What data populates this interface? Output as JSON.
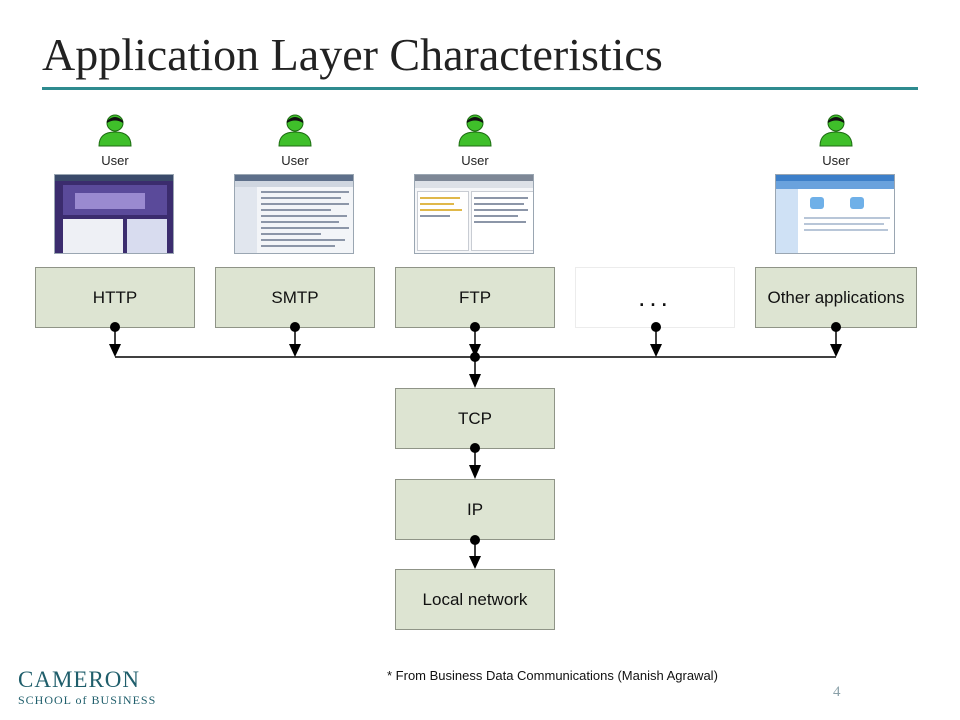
{
  "title": "Application Layer Characteristics",
  "users": [
    {
      "label": "User"
    },
    {
      "label": "User"
    },
    {
      "label": "User"
    },
    {
      "label": "User"
    }
  ],
  "applications": [
    {
      "label": "HTTP"
    },
    {
      "label": "SMTP"
    },
    {
      "label": "FTP"
    },
    {
      "label": "..."
    },
    {
      "label": "Other applications"
    }
  ],
  "stack": [
    {
      "label": "TCP"
    },
    {
      "label": "IP"
    },
    {
      "label": "Local network"
    }
  ],
  "footnote": "* From Business Data Communications (Manish Agrawal)",
  "page_number": "4",
  "logo": {
    "line1": "CAMERON",
    "line2": "SCHOOL of BUSINESS"
  },
  "colors": {
    "title_rule": "#2e8b8f",
    "box_fill": "#dde4d2",
    "user_icon": "#3fbf2a",
    "logo": "#1f5e6b"
  },
  "icons": {
    "user": "user-icon",
    "thumbnail": "screenshot-thumbnail"
  }
}
